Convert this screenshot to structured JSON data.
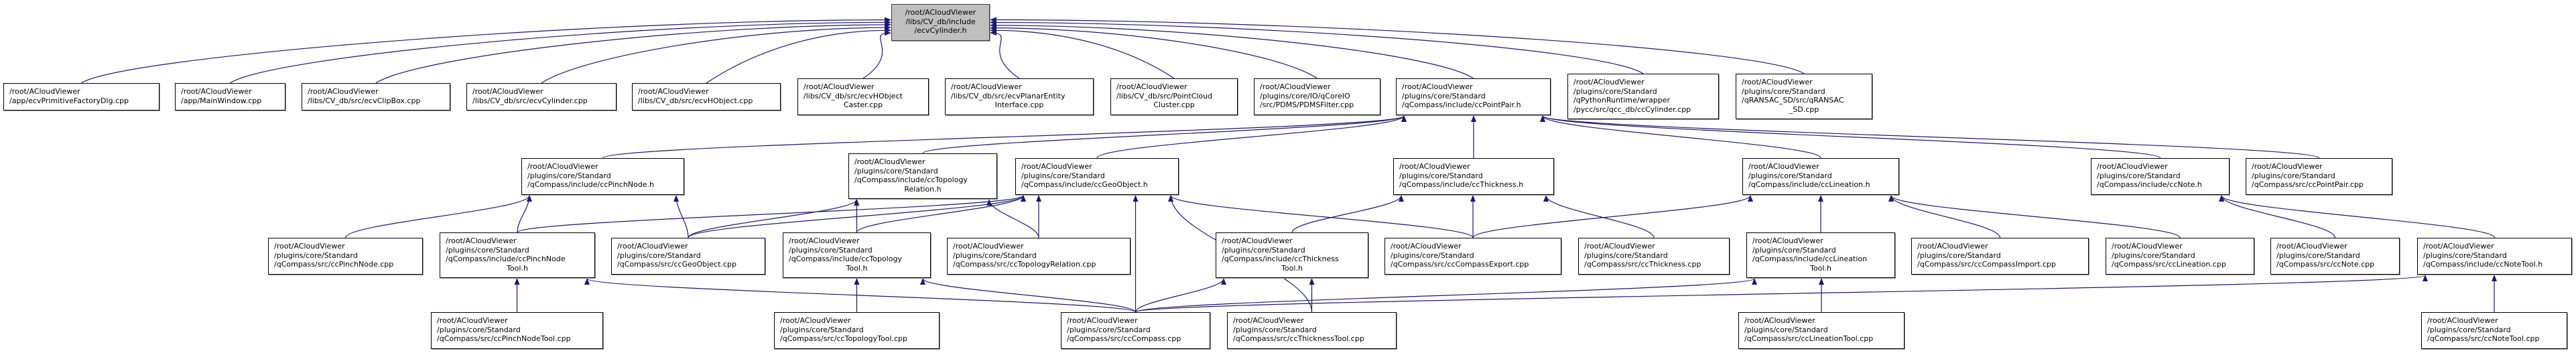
{
  "graph": {
    "edge_color": "#191970",
    "root_fill": "#bfbfbf",
    "node_fill": "#ffffff",
    "nodes": [
      {
        "id": "root",
        "lines": [
          "/root/ACloudViewer",
          "/libs/CV_db/include",
          "/ecvCylinder.h"
        ],
        "highlighted": true
      },
      {
        "id": "n1",
        "lines": [
          "/root/ACloudViewer",
          "/app/ecvPrimitiveFactoryDlg.cpp"
        ]
      },
      {
        "id": "n2",
        "lines": [
          "/root/ACloudViewer",
          "/app/MainWindow.cpp"
        ]
      },
      {
        "id": "n3",
        "lines": [
          "/root/ACloudViewer",
          "/libs/CV_db/src/ecvClipBox.cpp"
        ]
      },
      {
        "id": "n4",
        "lines": [
          "/root/ACloudViewer",
          "/libs/CV_db/src/ecvCylinder.cpp"
        ]
      },
      {
        "id": "n5",
        "lines": [
          "/root/ACloudViewer",
          "/libs/CV_db/src/ecvHObject.cpp"
        ]
      },
      {
        "id": "n6",
        "lines": [
          "/root/ACloudViewer",
          "/libs/CV_db/src/ecvHObject",
          "Caster.cpp"
        ]
      },
      {
        "id": "n7",
        "lines": [
          "/root/ACloudViewer",
          "/libs/CV_db/src/ecvPlanarEntity",
          "Interface.cpp"
        ]
      },
      {
        "id": "n8",
        "lines": [
          "/root/ACloudViewer",
          "/libs/CV_db/src/PointCloud",
          "Cluster.cpp"
        ]
      },
      {
        "id": "n9",
        "lines": [
          "/root/ACloudViewer",
          "/plugins/core/IO/qCoreIO",
          "/src/PDMS/PDMSFilter.cpp"
        ]
      },
      {
        "id": "pp_h",
        "lines": [
          "/root/ACloudViewer",
          "/plugins/core/Standard",
          "/qCompass/include/ccPointPair.h"
        ]
      },
      {
        "id": "pycc",
        "lines": [
          "/root/ACloudViewer",
          "/plugins/core/Standard",
          "/qPythonRuntime/wrapper",
          "/pycc/src/qcc_db/ccCylinder.cpp"
        ]
      },
      {
        "id": "ransac",
        "lines": [
          "/root/ACloudViewer",
          "/plugins/core/Standard",
          "/qRANSAC_SD/src/qRANSAC",
          "_SD.cpp"
        ]
      },
      {
        "id": "pinch_h",
        "lines": [
          "/root/ACloudViewer",
          "/plugins/core/Standard",
          "/qCompass/include/ccPinchNode.h"
        ]
      },
      {
        "id": "topo_rel_h",
        "lines": [
          "/root/ACloudViewer",
          "/plugins/core/Standard",
          "/qCompass/include/ccTopology",
          "Relation.h"
        ]
      },
      {
        "id": "geo_h",
        "lines": [
          "/root/ACloudViewer",
          "/plugins/core/Standard",
          "/qCompass/include/ccGeoObject.h"
        ]
      },
      {
        "id": "thick_h",
        "lines": [
          "/root/ACloudViewer",
          "/plugins/core/Standard",
          "/qCompass/include/ccThickness.h"
        ]
      },
      {
        "id": "lin_h",
        "lines": [
          "/root/ACloudViewer",
          "/plugins/core/Standard",
          "/qCompass/include/ccLineation.h"
        ]
      },
      {
        "id": "note_h",
        "lines": [
          "/root/ACloudViewer",
          "/plugins/core/Standard",
          "/qCompass/include/ccNote.h"
        ]
      },
      {
        "id": "pp_cpp",
        "lines": [
          "/root/ACloudViewer",
          "/plugins/core/Standard",
          "/qCompass/src/ccPointPair.cpp"
        ]
      },
      {
        "id": "pinch_cpp",
        "lines": [
          "/root/ACloudViewer",
          "/plugins/core/Standard",
          "/qCompass/src/ccPinchNode.cpp"
        ]
      },
      {
        "id": "pinchtool_h",
        "lines": [
          "/root/ACloudViewer",
          "/plugins/core/Standard",
          "/qCompass/include/ccPinchNode",
          "Tool.h"
        ]
      },
      {
        "id": "geo_cpp",
        "lines": [
          "/root/ACloudViewer",
          "/plugins/core/Standard",
          "/qCompass/src/ccGeoObject.cpp"
        ]
      },
      {
        "id": "topotool_h",
        "lines": [
          "/root/ACloudViewer",
          "/plugins/core/Standard",
          "/qCompass/include/ccTopology",
          "Tool.h"
        ]
      },
      {
        "id": "topo_rel_cpp",
        "lines": [
          "/root/ACloudViewer",
          "/plugins/core/Standard",
          "/qCompass/src/ccTopologyRelation.cpp"
        ]
      },
      {
        "id": "thicktool_h",
        "lines": [
          "/root/ACloudViewer",
          "/plugins/core/Standard",
          "/qCompass/include/ccThickness",
          "Tool.h"
        ]
      },
      {
        "id": "export_cpp",
        "lines": [
          "/root/ACloudViewer",
          "/plugins/core/Standard",
          "/qCompass/src/ccCompassExport.cpp"
        ]
      },
      {
        "id": "thick_cpp",
        "lines": [
          "/root/ACloudViewer",
          "/plugins/core/Standard",
          "/qCompass/src/ccThickness.cpp"
        ]
      },
      {
        "id": "lintool_h",
        "lines": [
          "/root/ACloudViewer",
          "/plugins/core/Standard",
          "/qCompass/include/ccLineation",
          "Tool.h"
        ]
      },
      {
        "id": "import_cpp",
        "lines": [
          "/root/ACloudViewer",
          "/plugins/core/Standard",
          "/qCompass/src/ccCompassImport.cpp"
        ]
      },
      {
        "id": "lin_cpp",
        "lines": [
          "/root/ACloudViewer",
          "/plugins/core/Standard",
          "/qCompass/src/ccLineation.cpp"
        ]
      },
      {
        "id": "note_cpp",
        "lines": [
          "/root/ACloudViewer",
          "/plugins/core/Standard",
          "/qCompass/src/ccNote.cpp"
        ]
      },
      {
        "id": "notetool_h",
        "lines": [
          "/root/ACloudViewer",
          "/plugins/core/Standard",
          "/qCompass/include/ccNoteTool.h"
        ]
      },
      {
        "id": "pinchtool_cpp",
        "lines": [
          "/root/ACloudViewer",
          "/plugins/core/Standard",
          "/qCompass/src/ccPinchNodeTool.cpp"
        ]
      },
      {
        "id": "topotool_cpp",
        "lines": [
          "/root/ACloudViewer",
          "/plugins/core/Standard",
          "/qCompass/src/ccTopologyTool.cpp"
        ]
      },
      {
        "id": "compass_cpp",
        "lines": [
          "/root/ACloudViewer",
          "/plugins/core/Standard",
          "/qCompass/src/ccCompass.cpp"
        ]
      },
      {
        "id": "thicktool_cpp",
        "lines": [
          "/root/ACloudViewer",
          "/plugins/core/Standard",
          "/qCompass/src/ccThicknessTool.cpp"
        ]
      },
      {
        "id": "lintool_cpp",
        "lines": [
          "/root/ACloudViewer",
          "/plugins/core/Standard",
          "/qCompass/src/ccLineationTool.cpp"
        ]
      },
      {
        "id": "notetool_cpp",
        "lines": [
          "/root/ACloudViewer",
          "/plugins/core/Standard",
          "/qCompass/src/ccNoteTool.cpp"
        ]
      }
    ],
    "edges": [
      [
        "n1",
        "root"
      ],
      [
        "n2",
        "root"
      ],
      [
        "n3",
        "root"
      ],
      [
        "n4",
        "root"
      ],
      [
        "n5",
        "root"
      ],
      [
        "n6",
        "root"
      ],
      [
        "n7",
        "root"
      ],
      [
        "n8",
        "root"
      ],
      [
        "n9",
        "root"
      ],
      [
        "pp_h",
        "root"
      ],
      [
        "pycc",
        "root"
      ],
      [
        "ransac",
        "root"
      ],
      [
        "pinch_h",
        "pp_h"
      ],
      [
        "topo_rel_h",
        "pp_h"
      ],
      [
        "geo_h",
        "pp_h"
      ],
      [
        "thick_h",
        "pp_h"
      ],
      [
        "lin_h",
        "pp_h"
      ],
      [
        "note_h",
        "pp_h"
      ],
      [
        "pp_cpp",
        "pp_h"
      ],
      [
        "pinch_cpp",
        "pinch_h"
      ],
      [
        "pinchtool_h",
        "pinch_h"
      ],
      [
        "geo_cpp",
        "pinch_h"
      ],
      [
        "pinchtool_cpp",
        "pinchtool_h"
      ],
      [
        "compass_cpp",
        "pinchtool_h"
      ],
      [
        "geo_cpp",
        "topo_rel_h"
      ],
      [
        "topotool_h",
        "topo_rel_h"
      ],
      [
        "topo_rel_cpp",
        "topo_rel_h"
      ],
      [
        "pinchtool_h",
        "geo_h"
      ],
      [
        "geo_cpp",
        "geo_h"
      ],
      [
        "topotool_h",
        "geo_h"
      ],
      [
        "topo_rel_cpp",
        "geo_h"
      ],
      [
        "compass_cpp",
        "geo_h"
      ],
      [
        "thicktool_cpp",
        "geo_h"
      ],
      [
        "export_cpp",
        "geo_h"
      ],
      [
        "topotool_cpp",
        "topotool_h"
      ],
      [
        "compass_cpp",
        "topotool_h"
      ],
      [
        "thicktool_h",
        "thick_h"
      ],
      [
        "export_cpp",
        "thick_h"
      ],
      [
        "thick_cpp",
        "thick_h"
      ],
      [
        "thicktool_cpp",
        "thicktool_h"
      ],
      [
        "compass_cpp",
        "thicktool_h"
      ],
      [
        "export_cpp",
        "lin_h"
      ],
      [
        "lintool_h",
        "lin_h"
      ],
      [
        "import_cpp",
        "lin_h"
      ],
      [
        "lin_cpp",
        "lin_h"
      ],
      [
        "lintool_cpp",
        "lintool_h"
      ],
      [
        "compass_cpp",
        "lintool_h"
      ],
      [
        "note_cpp",
        "note_h"
      ],
      [
        "notetool_h",
        "note_h"
      ],
      [
        "notetool_cpp",
        "notetool_h"
      ],
      [
        "compass_cpp",
        "notetool_h"
      ]
    ]
  }
}
